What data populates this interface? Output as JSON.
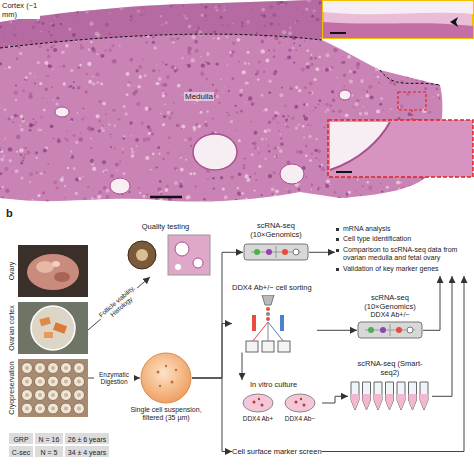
{
  "diagram": {
    "nodes": [
      {
        "text": [
          "Ovary"
        ]
      },
      {
        "text": [
          "Ovarian cortex"
        ]
      },
      {
        "text": [
          "Cryopreservation"
        ]
      },
      {
        "text": [
          "Quality testing"
        ]
      },
      {
        "text": [
          "Single cell suspension, filtered (35 µm)"
        ]
      },
      {
        "text": [
          "scRNA-seq (10×Genomics)"
        ]
      },
      {
        "text": [
          "DDX4 Ab+/− cell sorting"
        ]
      },
      {
        "text": [
          "scRNA-seq (10×Genomics)",
          "DDX4 Ab+/−"
        ]
      },
      {
        "text": [
          "In vitro culture"
        ]
      },
      {
        "text": [
          "DDX4 Ab+"
        ],
        "in": 8
      },
      {
        "text": [
          "DDX4 Ab−"
        ],
        "in": 8
      },
      {
        "text": [
          "scRNA-seq (Smart-seq2)"
        ]
      },
      {
        "text": [
          "mRNA analysis",
          "Cell type identification",
          "Comparison to scRNA-seq data from ovarian medulla and fetal ovary",
          "Validation of key marker genes"
        ]
      },
      {
        "text": [
          "Cell surface marker screen"
        ]
      }
    ],
    "edges": [
      {
        "from": 1,
        "to": 3,
        "arrow": "to",
        "label": "Follicle viability, Histology"
      },
      {
        "from": 2,
        "to": 4,
        "arrow": "to",
        "label": "Enzymatic Digestion"
      },
      {
        "from": 4,
        "to": 5,
        "arrow": "to"
      },
      {
        "from": 4,
        "to": 6,
        "arrow": "to"
      },
      {
        "from": 4,
        "to": 13,
        "arrow": "to"
      },
      {
        "from": 6,
        "to": 7,
        "arrow": "to"
      },
      {
        "from": 6,
        "to": 8,
        "arrow": "to"
      },
      {
        "from": 8,
        "to": 11,
        "arrow": "to"
      },
      {
        "from": 5,
        "to": 12,
        "arrow": "to"
      },
      {
        "from": 7,
        "to": 12,
        "arrow": "to"
      },
      {
        "from": 11,
        "to": 12,
        "arrow": "to"
      },
      {
        "from": 13,
        "to": 12,
        "arrow": "to"
      }
    ],
    "labels": [
      "Cortex (~1 mm)",
      "Medulla",
      "b",
      "GRP",
      "N = 16",
      "26 ± 6 years",
      "C-sec",
      "N = 5",
      "34 ± 4 years"
    ]
  }
}
